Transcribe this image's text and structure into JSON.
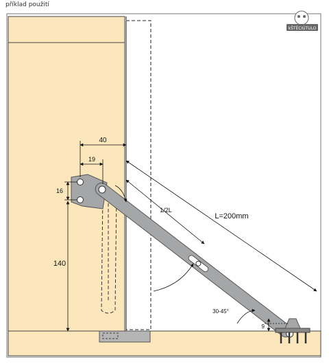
{
  "caption": "příklad použití",
  "logo_text": "kŠTĚCIÚTULO",
  "dimensions": {
    "width_40": "40",
    "width_19": "19",
    "height_16": "16",
    "height_140": "140",
    "half_length": "1/2L",
    "length": "L=200mm",
    "angle": "30-45°",
    "offset_9": "9"
  },
  "colors": {
    "wood": "#fce7bd",
    "wood_edge": "#333333",
    "arm": "#a4a6a8",
    "arm_edge": "#555555"
  }
}
